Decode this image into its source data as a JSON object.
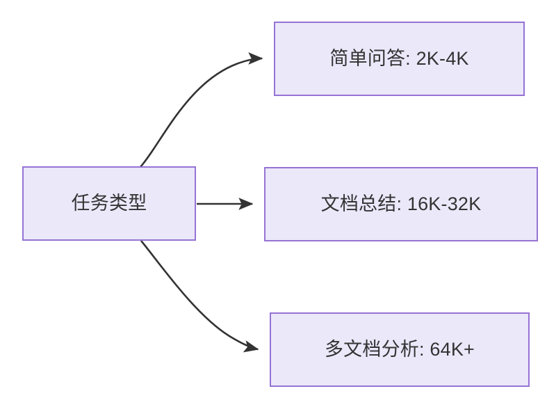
{
  "diagram": {
    "type": "flowchart",
    "direction": "left-to-right",
    "background_color": "#ffffff",
    "node_fill_color": "#ebe8fa",
    "node_border_color": "#9573d4",
    "node_text_color": "#333333",
    "edge_color": "#333333",
    "source": {
      "id": "node-source",
      "label": "任务类型"
    },
    "targets": [
      {
        "id": "node-task-1",
        "label": "简单问答: 2K-4K",
        "task": "简单问答",
        "context_range": "2K-4K"
      },
      {
        "id": "node-task-2",
        "label": "文档总结: 16K-32K",
        "task": "文档总结",
        "context_range": "16K-32K"
      },
      {
        "id": "node-task-3",
        "label": "多文档分析: 64K+",
        "task": "多文档分析",
        "context_range": "64K+"
      }
    ],
    "edges": [
      {
        "id": "edge-1",
        "from": "node-source",
        "to": "node-task-1",
        "style": "curved",
        "arrowhead": "filled-triangle"
      },
      {
        "id": "edge-2",
        "from": "node-source",
        "to": "node-task-2",
        "style": "straight",
        "arrowhead": "filled-triangle"
      },
      {
        "id": "edge-3",
        "from": "node-source",
        "to": "node-task-3",
        "style": "curved",
        "arrowhead": "filled-triangle"
      }
    ]
  }
}
